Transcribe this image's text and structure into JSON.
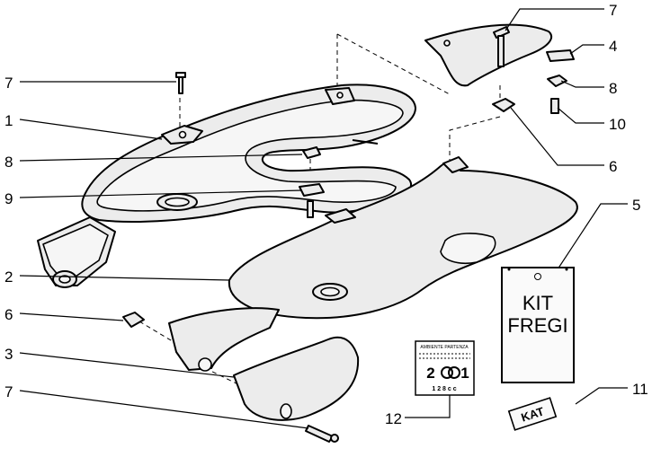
{
  "callouts": {
    "c7_top_right": "7",
    "c4": "4",
    "c8_right": "8",
    "c10": "10",
    "c6_right": "6",
    "c5": "5",
    "c11": "11",
    "c12": "12",
    "c7_left_top": "7",
    "c1": "1",
    "c8_left": "8",
    "c9": "9",
    "c2": "2",
    "c6_left": "6",
    "c3": "3",
    "c7_left_bottom": "7"
  },
  "kit_box": {
    "line1": "KIT",
    "line2": "FREGI"
  },
  "kat_tag": {
    "text": "KAT"
  },
  "decal_label": {
    "header": "AMBIENTE  PARTENZA",
    "big_left": "2",
    "big_right": "1",
    "bottom_row": "1 2 8 c c"
  }
}
